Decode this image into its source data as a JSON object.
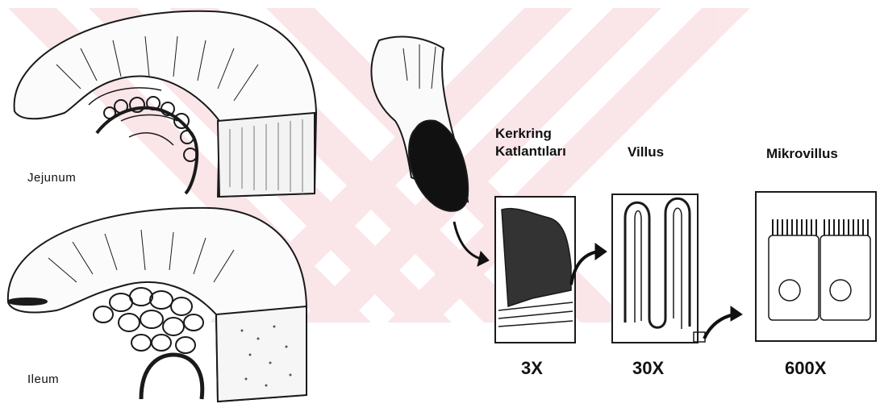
{
  "segments": {
    "jejunum": "Jejunum",
    "ileum": "Ileum"
  },
  "stages": [
    {
      "title_line1": "Kerkring",
      "title_line2": "Katlantıları",
      "magnification": "3X"
    },
    {
      "title_line1": "Villus",
      "title_line2": "",
      "magnification": "30X"
    },
    {
      "title_line1": "Mikrovillus",
      "title_line2": "",
      "magnification": "600X"
    }
  ],
  "colors": {
    "ink": "#111111",
    "watermark": "#f7d6dc",
    "paper": "#ffffff"
  }
}
